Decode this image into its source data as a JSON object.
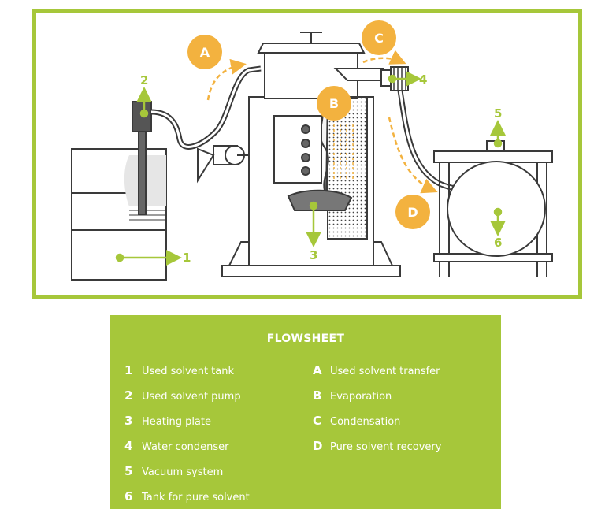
{
  "diagram": {
    "numbers": [
      "1",
      "2",
      "3",
      "4",
      "5",
      "6"
    ],
    "steps": [
      "A",
      "B",
      "C",
      "D"
    ]
  },
  "legend": {
    "title": "FLOWSHEET",
    "components": [
      {
        "key": "1",
        "label": "Used solvent tank"
      },
      {
        "key": "2",
        "label": "Used solvent pump"
      },
      {
        "key": "3",
        "label": "Heating plate"
      },
      {
        "key": "4",
        "label": "Water condenser"
      },
      {
        "key": "5",
        "label": "Vacuum system"
      },
      {
        "key": "6",
        "label": "Tank for pure solvent"
      }
    ],
    "steps": [
      {
        "key": "A",
        "label": "Used solvent transfer"
      },
      {
        "key": "B",
        "label": "Evaporation"
      },
      {
        "key": "C",
        "label": "Condensation"
      },
      {
        "key": "D",
        "label": "Pure solvent recovery"
      }
    ]
  },
  "colors": {
    "accent_green": "#a6c73a",
    "step_orange": "#f3b23f",
    "line_dark": "#3a3a3a"
  }
}
